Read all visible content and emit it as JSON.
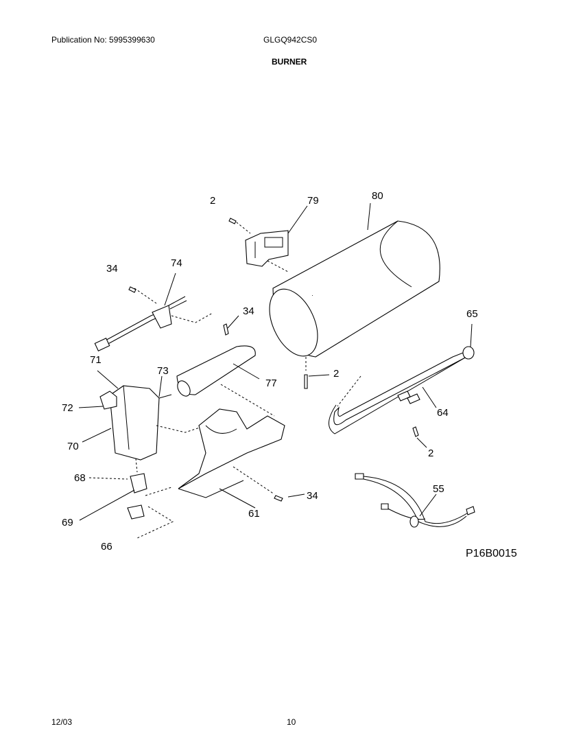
{
  "header": {
    "publication": "Publication No: 5995399630",
    "model": "GLGQ942CS0",
    "title": "BURNER"
  },
  "diagram": {
    "labels": {
      "p2a": "2",
      "p79": "79",
      "p80": "80",
      "p34a": "34",
      "p74": "74",
      "p34b": "34",
      "p65": "65",
      "p71": "71",
      "p73": "73",
      "p2b": "2",
      "p77": "77",
      "p72": "72",
      "p64": "64",
      "p70": "70",
      "p2c": "2",
      "p68": "68",
      "p55": "55",
      "p34c": "34",
      "p69": "69",
      "p61": "61",
      "p66": "66"
    },
    "drawing_code": "P16B0015"
  },
  "footer": {
    "date": "12/03",
    "page": "10"
  }
}
